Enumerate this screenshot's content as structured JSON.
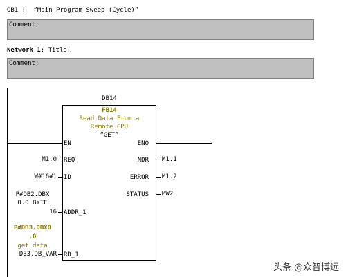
{
  "header": {
    "ob_label": "OB1 :",
    "ob_title": "“Main Program Sweep (Cycle)”"
  },
  "block_comment": {
    "label": "Comment:"
  },
  "network": {
    "label": "Network 1",
    "title_label": ": Title:",
    "comment": "Comment:"
  },
  "fb": {
    "instance_db": "DB14",
    "name": "FB14",
    "desc_line1": "Read Data From a",
    "desc_line2": "Remote CPU",
    "symbol": "“GET”",
    "pins_left": {
      "en": "EN",
      "req": "REQ",
      "id": "ID",
      "addr_1": "ADDR_1",
      "rd_1": "RD_1"
    },
    "pins_right": {
      "eno": "ENO",
      "ndr": "NDR",
      "error": "ERROR",
      "status": "STATUS"
    }
  },
  "operands": {
    "req": "M1.0",
    "id": "W#16#1",
    "addr_line1": "P#DB2.DBX",
    "addr_line2": "0.0 BYTE",
    "addr_line3": "16",
    "rd_line1": "P#DB3.DBX0",
    "rd_line2": ".0",
    "rd_line3": "get data",
    "rd_line4": "DB3.DB_VAR",
    "ndr": "M1.1",
    "error": "M1.2",
    "status": "MW2"
  },
  "watermark": "头条 @众智博远"
}
